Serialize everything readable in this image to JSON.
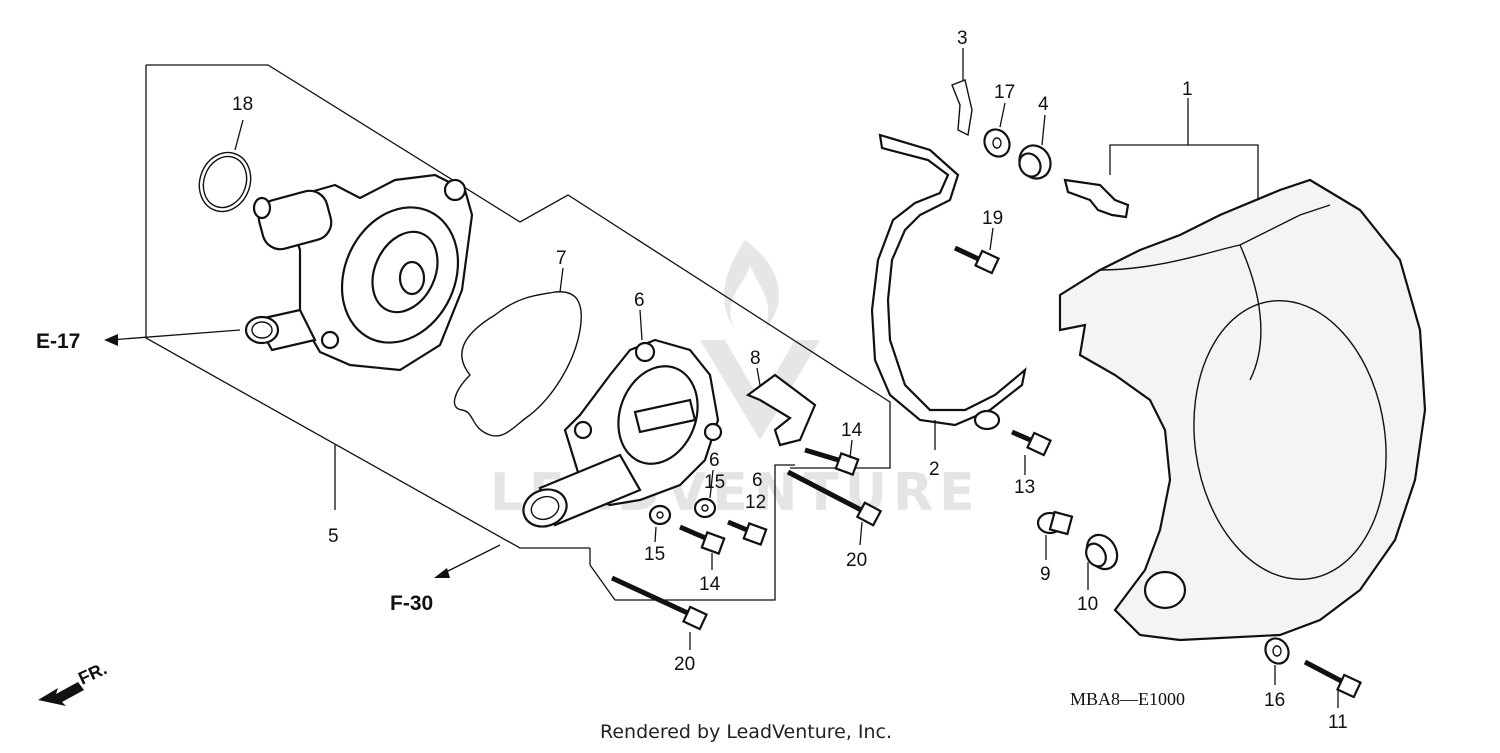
{
  "diagram": {
    "watermark": "LEADVENTURE",
    "footer_credit": "Rendered by LeadVenture, Inc.",
    "diagram_code": "MBA8—E1000",
    "front_indicator": "FR.",
    "references": {
      "e17": "E-17",
      "f30": "F-30"
    },
    "callouts": {
      "c1": "1",
      "c2": "2",
      "c3": "3",
      "c4": "4",
      "c5": "5",
      "c6a": "6",
      "c6b": "6",
      "c6c": "6",
      "c7": "7",
      "c8": "8",
      "c9": "9",
      "c10": "10",
      "c11": "11",
      "c12": "12",
      "c13": "13",
      "c14a": "14",
      "c14b": "14",
      "c15a": "15",
      "c15b": "15",
      "c16": "16",
      "c17": "17",
      "c18": "18",
      "c19": "19",
      "c20a": "20",
      "c20b": "20"
    }
  }
}
